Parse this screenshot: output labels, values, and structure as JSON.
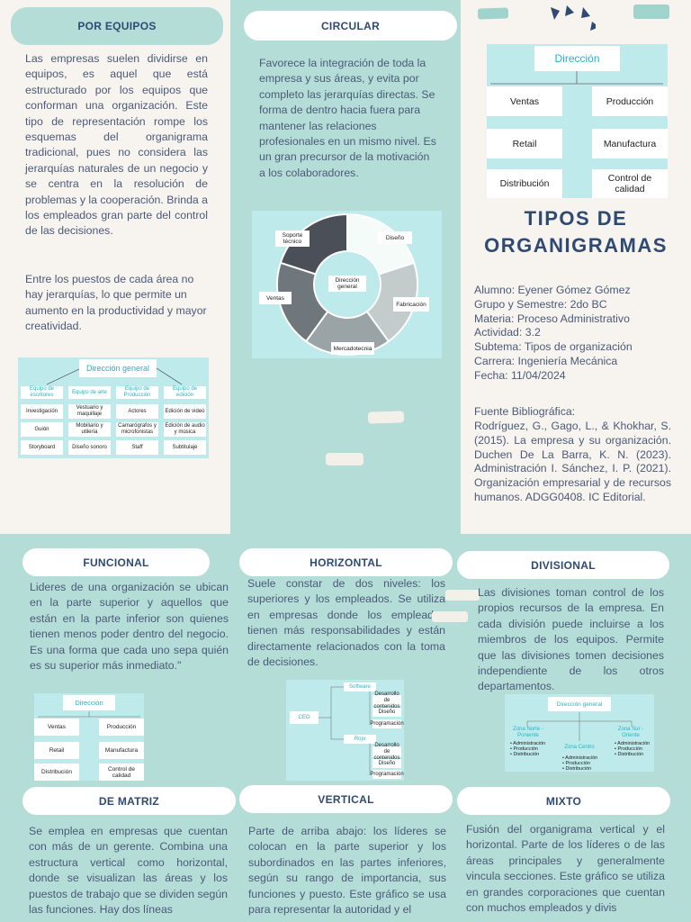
{
  "sections": {
    "equipos": {
      "heading": "POR EQUIPOS",
      "body": "Las empresas suelen dividirse en equipos, es aquel que está estructurado por los equipos que conforman una organización. Este tipo de representación rompe los esquemas del organigrama tradicional, pues no considera las jerarquías naturales de un negocio y se centra en la resolución de problemas y la cooperación. Brinda a los empleados gran parte del control de las decisiones.",
      "body2": "Entre los puestos de cada área no hay jerarquías, lo que permite un aumento en la productividad y mayor creatividad.",
      "chart": {
        "root": "Dirección general",
        "columns": [
          {
            "head": "Equipo de escritores",
            "items": [
              "Investigación",
              "Guión",
              "Storyboard"
            ]
          },
          {
            "head": "Equipo de arte",
            "items": [
              "Vestuario y maquillaje",
              "Mobiliario y utilería",
              "Diseño sonoro"
            ]
          },
          {
            "head": "Equipo de Producción",
            "items": [
              "Actores",
              "Camarógrafos y microfonistas",
              "Staff"
            ]
          },
          {
            "head": "Equipo de edición",
            "items": [
              "Edición de video",
              "Edición de audio y música",
              "Subtitulaje"
            ]
          }
        ]
      }
    },
    "circular": {
      "heading": "CIRCULAR",
      "body": "Favorece la integración de toda la empresa y sus áreas, y evita por completo las jerarquías directas. Se forma de dentro hacia fuera para mantener las relaciones profesionales en un mismo nivel. Es un gran precursor de la motivación a los colaboradores.",
      "chart": {
        "center": "Dirección general",
        "labels": [
          "Soporte técnico",
          "Diseño",
          "Fabricación",
          "Mercadotecnia",
          "Ventas"
        ],
        "colors": [
          "#4b4f57",
          "#f4fbf9",
          "#c3cccb",
          "#9aa3a5",
          "#6f767c"
        ]
      }
    },
    "cover": {
      "chart": {
        "root": "Dirección",
        "left": [
          "Ventas",
          "Retail",
          "Distribución"
        ],
        "right": [
          "Producción",
          "Manufactura",
          "Control de calidad"
        ]
      },
      "title_line1": "TIPOS DE",
      "title_line2": "ORGANIGRAMAS",
      "info": [
        "Alumno: Eyener Gómez Gómez",
        "Grupo y Semestre: 2do BC",
        "Materia: Proceso Administrativo",
        "Actividad: 3.2",
        "Subtema: Tipos de organización",
        "Carrera: Ingeniería Mecánica",
        "Fecha: 11/04/2024"
      ],
      "ref_heading": "Fuente Bibliográfica:",
      "refs": "Rodríguez, G., Gago, L., & Khokhar, S. (2015). La empresa y su organización. Duchen De La Barra, K. N. (2023). Administración I. Sánchez, I. P. (2021). Organización empresarial y de recursos humanos. ADGG0408. IC Editorial."
    },
    "funcional": {
      "heading": "FUNCIONAL",
      "body": "Lideres de una organización se ubican en la parte superior y  aquellos que están en la parte inferior son quienes tienen menos poder dentro del negocio. Es una forma que cada uno sepa quién es su superior más inmediato.\"",
      "chart": {
        "root": "Dirección",
        "left": [
          "Ventas",
          "Retail",
          "Distribución"
        ],
        "right": [
          "Producción",
          "Manufactura",
          "Control de calidad"
        ]
      }
    },
    "horizontal": {
      "heading": "HORIZONTAL",
      "body": "Suele constar de dos niveles: los superiores y los empleados. Se utiliza en empresas donde los empleados tienen más responsabilidades y están directamente relacionados con la toma de decisiones.",
      "chart": {
        "root": "CEO",
        "branches": [
          {
            "name": "Software",
            "items": [
              "Desarrollo de contenidos",
              "Diseño",
              "Programación"
            ]
          },
          {
            "name": "Rojo",
            "items": [
              "Desarrollo de contenidos",
              "Diseño",
              "Programación"
            ]
          }
        ]
      }
    },
    "divisional": {
      "heading": "DIVISIONAL",
      "body": "Las divisiones toman control de los propios recursos de la empresa. En cada división puede incluirse a los miembros de los equipos. Permite que las divisiones tomen decisiones independiente de los otros departamentos.",
      "chart": {
        "root": "Dirección general",
        "zones": [
          {
            "name": "Zona Norte - Poniente",
            "items": [
              "Administración",
              "Producción",
              "Distribución"
            ]
          },
          {
            "name": "Zona Centro",
            "items": [
              "Administración",
              "Producción",
              "Distribución"
            ]
          },
          {
            "name": "Zona Sur - Oriente",
            "items": [
              "Administración",
              "Producción",
              "Distribución"
            ]
          }
        ]
      }
    },
    "matriz": {
      "heading": "DE MATRIZ",
      "body": "Se emplea en empresas que cuentan con más de un gerente. Combina una estructura vertical como horizontal, donde se visualizan las áreas y los puestos de trabajo que se dividen según las funciones. Hay dos líneas"
    },
    "vertical": {
      "heading": "VERTICAL",
      "body": "Parte de arriba abajo: los líderes se colocan en la parte superior y los subordinados en las partes inferiores, según su rango de importancia, sus funciones y puesto. Este gráfico  se usa para representar la autoridad y el"
    },
    "mixto": {
      "heading": "MIXTO",
      "body": "Fusión del organigrama vertical y el horizontal. Parte de los líderes o de las áreas principales y generalmente vincula secciones. Este gráfico se utiliza en grandes corporaciones que cuentan con muchos empleados y divis"
    }
  },
  "colors": {
    "cream": "#f7f3ee",
    "mint": "#b5ddd7",
    "navy": "#2f4a72",
    "text": "#4a5a78",
    "chart_bg": "#bfeaec",
    "chart_accent": "#26b3c6"
  }
}
